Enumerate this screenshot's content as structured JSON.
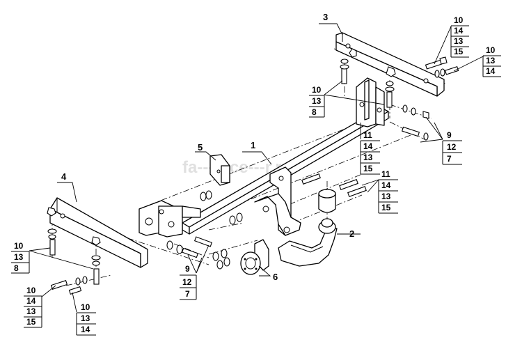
{
  "watermark": "fa---p-ce---r.ru",
  "part_labels": [
    {
      "id": "p1",
      "text": "1"
    },
    {
      "id": "p2",
      "text": "2"
    },
    {
      "id": "p3",
      "text": "3"
    },
    {
      "id": "p4",
      "text": "4"
    },
    {
      "id": "p5",
      "text": "5"
    },
    {
      "id": "p6",
      "text": "6"
    }
  ],
  "callouts": [
    {
      "id": "tr1",
      "lines": [
        "10",
        "14",
        "13",
        "15"
      ]
    },
    {
      "id": "tr2",
      "lines": [
        "10",
        "13",
        "14"
      ]
    },
    {
      "id": "mid1",
      "lines": [
        "10",
        "13",
        "8"
      ]
    },
    {
      "id": "mid2",
      "lines": [
        "11",
        "14",
        "13",
        "15"
      ]
    },
    {
      "id": "right1",
      "lines": [
        "9",
        "12",
        "7"
      ]
    },
    {
      "id": "right2",
      "lines": [
        "11",
        "14",
        "13",
        "15"
      ]
    },
    {
      "id": "center",
      "lines": [
        "9",
        "12",
        "7"
      ]
    },
    {
      "id": "left1",
      "lines": [
        "10",
        "13",
        "8"
      ]
    },
    {
      "id": "left2",
      "lines": [
        "10",
        "14",
        "13",
        "15"
      ]
    },
    {
      "id": "left3",
      "lines": [
        "10",
        "13",
        "14"
      ]
    }
  ]
}
